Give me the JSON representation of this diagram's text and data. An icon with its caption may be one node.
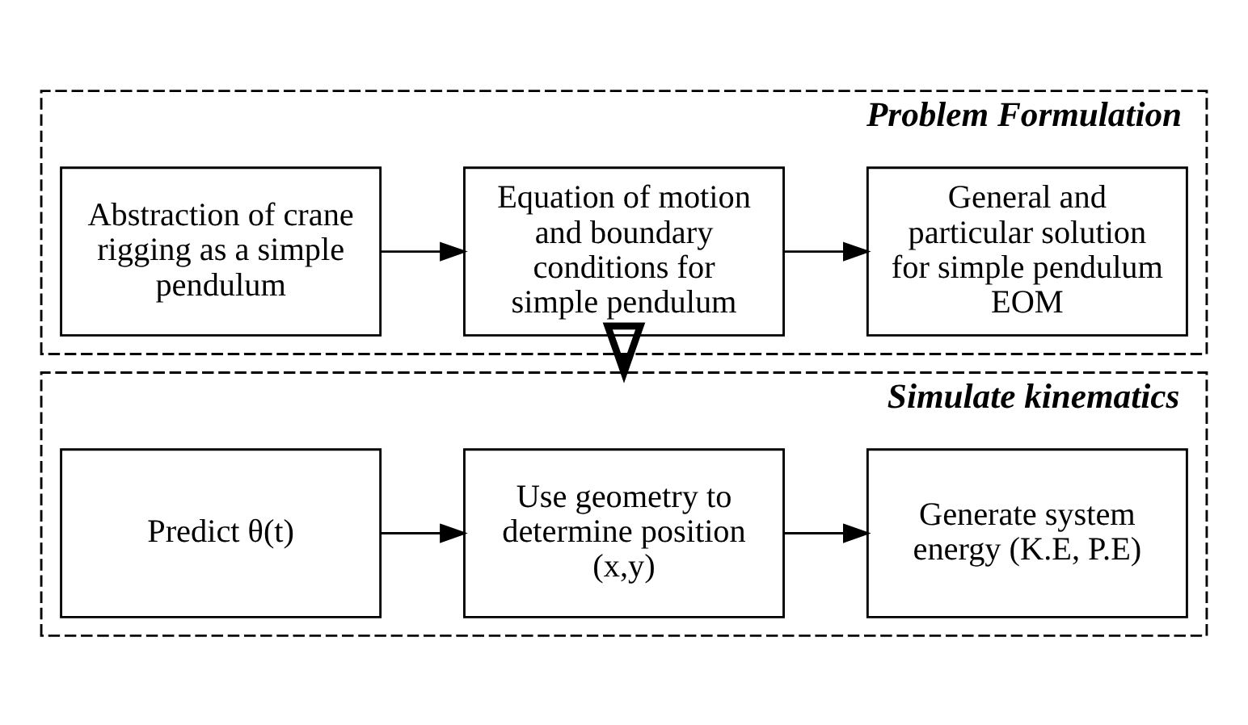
{
  "diagram": {
    "nodes": [
      {
        "text": [
          "Problem Formulation"
        ]
      },
      {
        "text": [
          "Abstraction of crane rigging as a simple pendulum"
        ],
        "in": 0
      },
      {
        "text": [
          "Equation of motion and boundary conditions for simple pendulum"
        ],
        "in": 0
      },
      {
        "text": [
          "General and particular solution for simple pendulum EOM"
        ],
        "in": 0
      },
      {
        "text": [
          "Simulate kinematics"
        ]
      },
      {
        "text": [
          "Predict θ(t)"
        ],
        "in": 4
      },
      {
        "text": [
          "Use geometry to determine position (x,y)"
        ],
        "in": 4
      },
      {
        "text": [
          "Generate system energy (K.E, P.E)"
        ],
        "in": 4
      }
    ],
    "edges": [
      {
        "from": 1,
        "to": 2,
        "arrow": "to"
      },
      {
        "from": 2,
        "to": 3,
        "arrow": "to"
      },
      {
        "from": 0,
        "to": 4,
        "arrow": "to",
        "style": "thick"
      },
      {
        "from": 5,
        "to": 6,
        "arrow": "to"
      },
      {
        "from": 6,
        "to": 7,
        "arrow": "to"
      }
    ]
  }
}
